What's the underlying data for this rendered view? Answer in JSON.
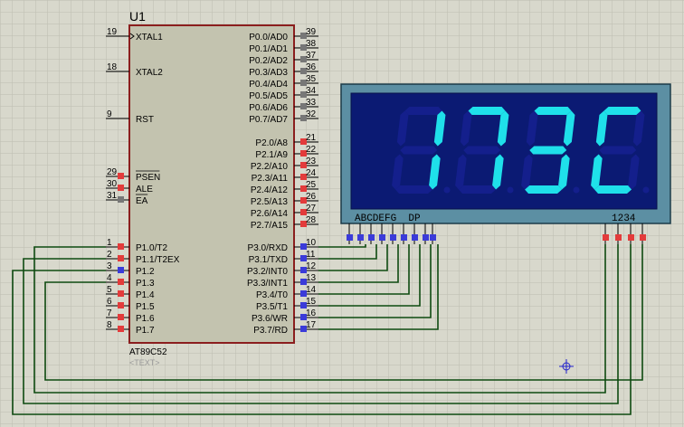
{
  "chip": {
    "ref": "U1",
    "part": "AT89C52",
    "text_placeholder": "<TEXT>",
    "left_pins": [
      {
        "num": "19",
        "label": "XTAL1"
      },
      {
        "num": "18",
        "label": "XTAL2"
      },
      {
        "num": "9",
        "label": "RST"
      },
      {
        "num": "29",
        "label": "PSEN"
      },
      {
        "num": "30",
        "label": "ALE"
      },
      {
        "num": "31",
        "label": "EA"
      },
      {
        "num": "1",
        "label": "P1.0/T2"
      },
      {
        "num": "2",
        "label": "P1.1/T2EX"
      },
      {
        "num": "3",
        "label": "P1.2"
      },
      {
        "num": "4",
        "label": "P1.3"
      },
      {
        "num": "5",
        "label": "P1.4"
      },
      {
        "num": "6",
        "label": "P1.5"
      },
      {
        "num": "7",
        "label": "P1.6"
      },
      {
        "num": "8",
        "label": "P1.7"
      }
    ],
    "right_pins": [
      {
        "num": "39",
        "label": "P0.0/AD0"
      },
      {
        "num": "38",
        "label": "P0.1/AD1"
      },
      {
        "num": "37",
        "label": "P0.2/AD2"
      },
      {
        "num": "36",
        "label": "P0.3/AD3"
      },
      {
        "num": "35",
        "label": "P0.4/AD4"
      },
      {
        "num": "34",
        "label": "P0.5/AD5"
      },
      {
        "num": "33",
        "label": "P0.6/AD6"
      },
      {
        "num": "32",
        "label": "P0.7/AD7"
      },
      {
        "num": "21",
        "label": "P2.0/A8"
      },
      {
        "num": "22",
        "label": "P2.1/A9"
      },
      {
        "num": "23",
        "label": "P2.2/A10"
      },
      {
        "num": "24",
        "label": "P2.3/A11"
      },
      {
        "num": "25",
        "label": "P2.4/A12"
      },
      {
        "num": "26",
        "label": "P2.5/A13"
      },
      {
        "num": "27",
        "label": "P2.6/A14"
      },
      {
        "num": "28",
        "label": "P2.7/A15"
      },
      {
        "num": "10",
        "label": "P3.0/RXD"
      },
      {
        "num": "11",
        "label": "P3.1/TXD"
      },
      {
        "num": "12",
        "label": "P3.2/INT0"
      },
      {
        "num": "13",
        "label": "P3.3/INT1"
      },
      {
        "num": "14",
        "label": "P3.4/T0"
      },
      {
        "num": "15",
        "label": "P3.5/T1"
      },
      {
        "num": "16",
        "label": "P3.6/WR"
      },
      {
        "num": "17",
        "label": "P3.7/RD"
      }
    ]
  },
  "display": {
    "digits": [
      "1",
      "7",
      "3",
      "C"
    ],
    "segment_labels": "ABCDEFG  DP",
    "digit_labels": "1234"
  },
  "colors": {
    "grid_background": "#d8d8cc",
    "chip_body": "#c3c3af",
    "chip_border": "#8b1e1e",
    "display_frame": "#5c8fa3",
    "display_face": "#0b1a73",
    "segment_on": "#1fe0ea",
    "segment_off": "#141f8c",
    "wire": "#0e4a10",
    "pin_red": "#e33b3b",
    "pin_blue": "#3b3bd9",
    "pin_gray": "#777777"
  }
}
